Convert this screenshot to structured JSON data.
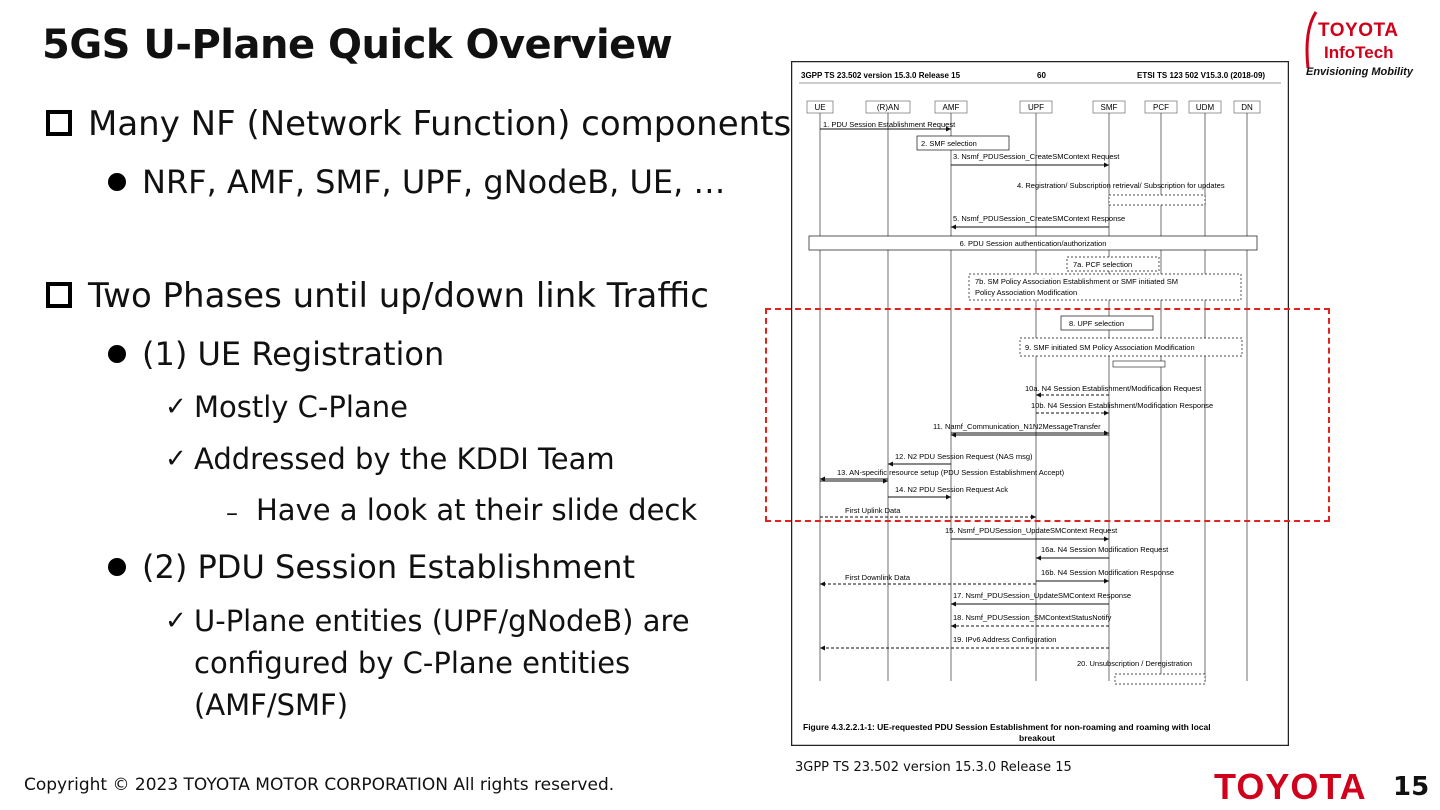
{
  "slide": {
    "title": "5GS U-Plane Quick Overview",
    "page_number": "15",
    "copyright": "Copyright ©  2023 TOYOTA MOTOR CORPORATION All rights reserved.",
    "footer_logo": "TOYOTA"
  },
  "logo": {
    "line1": "TOYOTA",
    "line2": "InfoTech",
    "tagline": "Envisioning Mobility"
  },
  "bullets": {
    "b1": "Many NF (Network Function) components",
    "b1_1": "NRF, AMF, SMF, UPF, gNodeB, UE, …",
    "b2": "Two Phases until up/down link Traffic",
    "b2_1": "(1) UE Registration",
    "b2_1_1": "Mostly C-Plane",
    "b2_1_2": "Addressed by the KDDI Team",
    "b2_1_2_1": "Have a look at their slide deck",
    "b2_2": "(2) PDU Session Establishment",
    "b2_2_1a": "U-Plane entities (UPF/gNodeB) are",
    "b2_2_1b": "configured by C-Plane entities",
    "b2_2_1c": "(AMF/SMF)"
  },
  "figure": {
    "header_left": "3GPP TS 23.502 version 15.3.0 Release 15",
    "header_mid": "60",
    "header_right": "ETSI TS 123 502 V15.3.0 (2018-09)",
    "entities": [
      "UE",
      "(R)AN",
      "AMF",
      "UPF",
      "SMF",
      "PCF",
      "UDM",
      "DN"
    ],
    "steps": [
      "1. PDU Session Establishment Request",
      "2. SMF selection",
      "3. Nsmf_PDUSession_CreateSMContext Request",
      "4. Registration/ Subscription retrieval/ Subscription for updates",
      "5. Nsmf_PDUSession_CreateSMContext Response",
      "6. PDU Session authentication/authorization",
      "7a. PCF selection",
      "7b. SM Policy Association Establishment or SMF initiated SM",
      "Policy Association Modification",
      "8. UPF selection",
      "9. SMF initiated SM Policy Association Modification",
      "10a. N4 Session Establishment/Modification Request",
      "10b. N4 Session Establishment/Modification Response",
      "11. Namf_Communication_N1N2MessageTransfer",
      "12. N2 PDU Session Request (NAS msg)",
      "13. AN-specific resource setup (PDU Session Establishment Accept)",
      "14. N2 PDU Session Request Ack",
      "First Uplink Data",
      "15. Nsmf_PDUSession_UpdateSMContext Request",
      "16a. N4 Session Modification Request",
      "16b. N4 Session Modification Response",
      "First Downlink Data",
      "17. Nsmf_PDUSession_UpdateSMContext Response",
      "18. Nsmf_PDUSession_SMContextStatusNotify",
      "19. IPv6 Address Configuration",
      "20. Unsubscription / Deregistration"
    ],
    "caption_line1": "Figure 4.3.2.2.1-1: UE-requested PDU Session Establishment for non-roaming and roaming with local",
    "caption_line2": "breakout",
    "source": "3GPP TS 23.502 version 15.3.0 Release 15"
  },
  "colors": {
    "accent_red": "#e0241c",
    "toyota_red": "#d0021b"
  }
}
